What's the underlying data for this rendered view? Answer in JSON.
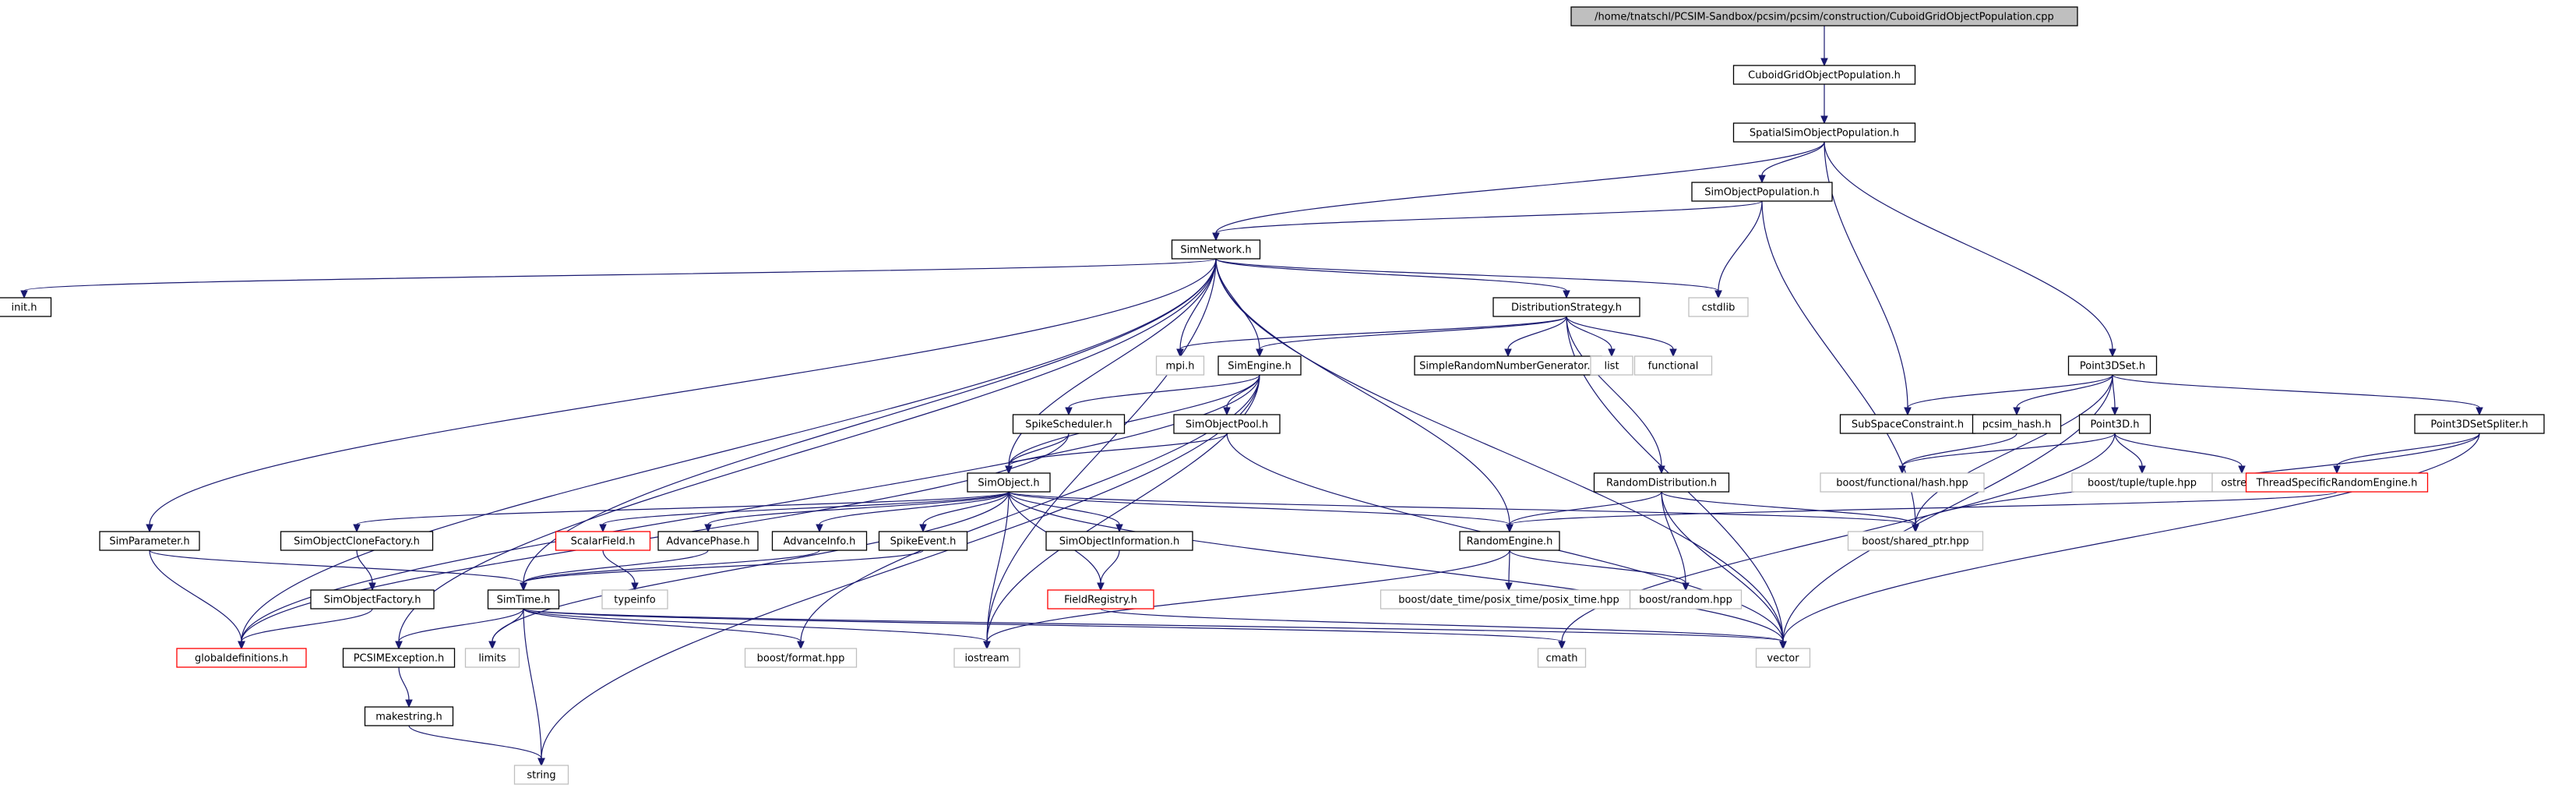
{
  "graph": {
    "root": "n0",
    "colors": {
      "edge": "#191970",
      "node_border": "#000000",
      "node_border_missing": "#ff0000",
      "node_border_external": "#bfbfbf",
      "root_fill": "#bfbfbf",
      "node_fill": "#ffffff"
    },
    "nodes": [
      {
        "id": "n0",
        "label": "/home/tnatschl/PCSIM-Sandbox/pcsim/pcsim/construction/CuboidGridObjectPopulation.cpp",
        "kind": "root"
      },
      {
        "id": "n1",
        "label": "CuboidGridObjectPopulation.h",
        "kind": "doc"
      },
      {
        "id": "n2",
        "label": "SpatialSimObjectPopulation.h",
        "kind": "doc"
      },
      {
        "id": "n3",
        "label": "SimObjectPopulation.h",
        "kind": "doc"
      },
      {
        "id": "n4",
        "label": "SimNetwork.h",
        "kind": "doc"
      },
      {
        "id": "n5",
        "label": "init.h",
        "kind": "doc"
      },
      {
        "id": "n6",
        "label": "cstdlib",
        "kind": "external"
      },
      {
        "id": "n7",
        "label": "DistributionStrategy.h",
        "kind": "doc"
      },
      {
        "id": "n8",
        "label": "mpi.h",
        "kind": "external"
      },
      {
        "id": "n9",
        "label": "SimEngine.h",
        "kind": "doc"
      },
      {
        "id": "n10",
        "label": "SimpleRandomNumberGenerator.h",
        "kind": "doc"
      },
      {
        "id": "n11",
        "label": "list",
        "kind": "external"
      },
      {
        "id": "n12",
        "label": "functional",
        "kind": "external"
      },
      {
        "id": "n13",
        "label": "Point3DSet.h",
        "kind": "doc"
      },
      {
        "id": "n14",
        "label": "SubSpaceConstraint.h",
        "kind": "doc"
      },
      {
        "id": "n15",
        "label": "pcsim_hash.h",
        "kind": "doc"
      },
      {
        "id": "n16",
        "label": "Point3D.h",
        "kind": "doc"
      },
      {
        "id": "n17",
        "label": "Point3DSetSpliter.h",
        "kind": "doc"
      },
      {
        "id": "n18",
        "label": "SpikeScheduler.h",
        "kind": "doc"
      },
      {
        "id": "n19",
        "label": "SimObjectPool.h",
        "kind": "doc"
      },
      {
        "id": "n20",
        "label": "boost/functional/hash.hpp",
        "kind": "external"
      },
      {
        "id": "n21",
        "label": "boost/tuple/tuple.hpp",
        "kind": "external"
      },
      {
        "id": "n22",
        "label": "ostream",
        "kind": "external"
      },
      {
        "id": "n23",
        "label": "ThreadSpecificRandomEngine.h",
        "kind": "missing"
      },
      {
        "id": "n24",
        "label": "SimObject.h",
        "kind": "doc"
      },
      {
        "id": "n25",
        "label": "RandomDistribution.h",
        "kind": "doc"
      },
      {
        "id": "n26",
        "label": "SimParameter.h",
        "kind": "doc"
      },
      {
        "id": "n27",
        "label": "SimObjectCloneFactory.h",
        "kind": "doc"
      },
      {
        "id": "n28",
        "label": "ScalarField.h",
        "kind": "missing"
      },
      {
        "id": "n29",
        "label": "AdvancePhase.h",
        "kind": "doc"
      },
      {
        "id": "n30",
        "label": "AdvanceInfo.h",
        "kind": "doc"
      },
      {
        "id": "n31",
        "label": "SpikeEvent.h",
        "kind": "doc"
      },
      {
        "id": "n32",
        "label": "SimObjectInformation.h",
        "kind": "doc"
      },
      {
        "id": "n33",
        "label": "RandomEngine.h",
        "kind": "doc"
      },
      {
        "id": "n34",
        "label": "boost/shared_ptr.hpp",
        "kind": "external"
      },
      {
        "id": "n35",
        "label": "SimObjectFactory.h",
        "kind": "doc"
      },
      {
        "id": "n36",
        "label": "SimTime.h",
        "kind": "doc"
      },
      {
        "id": "n37",
        "label": "typeinfo",
        "kind": "external"
      },
      {
        "id": "n38",
        "label": "FieldRegistry.h",
        "kind": "missing"
      },
      {
        "id": "n39",
        "label": "boost/date_time/posix_time/posix_time.hpp",
        "kind": "external"
      },
      {
        "id": "n40",
        "label": "boost/random.hpp",
        "kind": "external"
      },
      {
        "id": "n41",
        "label": "globaldefinitions.h",
        "kind": "missing"
      },
      {
        "id": "n42",
        "label": "PCSIMException.h",
        "kind": "doc"
      },
      {
        "id": "n43",
        "label": "limits",
        "kind": "external"
      },
      {
        "id": "n44",
        "label": "boost/format.hpp",
        "kind": "external"
      },
      {
        "id": "n45",
        "label": "iostream",
        "kind": "external"
      },
      {
        "id": "n46",
        "label": "cmath",
        "kind": "external"
      },
      {
        "id": "n47",
        "label": "vector",
        "kind": "external"
      },
      {
        "id": "n48",
        "label": "makestring.h",
        "kind": "doc"
      },
      {
        "id": "n49",
        "label": "string",
        "kind": "external"
      }
    ],
    "edges": [
      [
        "n0",
        "n1"
      ],
      [
        "n1",
        "n2"
      ],
      [
        "n2",
        "n3"
      ],
      [
        "n2",
        "n4"
      ],
      [
        "n2",
        "n14"
      ],
      [
        "n2",
        "n13"
      ],
      [
        "n3",
        "n4"
      ],
      [
        "n3",
        "n6"
      ],
      [
        "n3",
        "n34"
      ],
      [
        "n4",
        "n5"
      ],
      [
        "n4",
        "n6"
      ],
      [
        "n4",
        "n7"
      ],
      [
        "n4",
        "n8"
      ],
      [
        "n4",
        "n9"
      ],
      [
        "n4",
        "n24"
      ],
      [
        "n4",
        "n26"
      ],
      [
        "n4",
        "n36"
      ],
      [
        "n4",
        "n42"
      ],
      [
        "n4",
        "n41"
      ],
      [
        "n4",
        "n45"
      ],
      [
        "n4",
        "n33"
      ],
      [
        "n4",
        "n47"
      ],
      [
        "n7",
        "n8"
      ],
      [
        "n7",
        "n9"
      ],
      [
        "n7",
        "n10"
      ],
      [
        "n7",
        "n11"
      ],
      [
        "n7",
        "n12"
      ],
      [
        "n7",
        "n25"
      ],
      [
        "n7",
        "n47"
      ],
      [
        "n9",
        "n18"
      ],
      [
        "n9",
        "n19"
      ],
      [
        "n9",
        "n24"
      ],
      [
        "n9",
        "n41"
      ],
      [
        "n9",
        "n45"
      ],
      [
        "n9",
        "n44"
      ],
      [
        "n9",
        "n49"
      ],
      [
        "n13",
        "n14"
      ],
      [
        "n13",
        "n15"
      ],
      [
        "n13",
        "n16"
      ],
      [
        "n13",
        "n17"
      ],
      [
        "n13",
        "n34"
      ],
      [
        "n13",
        "n47"
      ],
      [
        "n15",
        "n20"
      ],
      [
        "n16",
        "n20"
      ],
      [
        "n16",
        "n21"
      ],
      [
        "n16",
        "n22"
      ],
      [
        "n16",
        "n46"
      ],
      [
        "n17",
        "n23"
      ],
      [
        "n17",
        "n34"
      ],
      [
        "n17",
        "n47"
      ],
      [
        "n23",
        "n33"
      ],
      [
        "n18",
        "n24"
      ],
      [
        "n18",
        "n41"
      ],
      [
        "n19",
        "n24"
      ],
      [
        "n19",
        "n47"
      ],
      [
        "n24",
        "n27"
      ],
      [
        "n24",
        "n28"
      ],
      [
        "n24",
        "n29"
      ],
      [
        "n24",
        "n30"
      ],
      [
        "n24",
        "n31"
      ],
      [
        "n24",
        "n32"
      ],
      [
        "n24",
        "n38"
      ],
      [
        "n24",
        "n33"
      ],
      [
        "n24",
        "n34"
      ],
      [
        "n24",
        "n43"
      ],
      [
        "n24",
        "n45"
      ],
      [
        "n24",
        "n47"
      ],
      [
        "n25",
        "n33"
      ],
      [
        "n25",
        "n40"
      ],
      [
        "n25",
        "n34"
      ],
      [
        "n25",
        "n47"
      ],
      [
        "n26",
        "n36"
      ],
      [
        "n26",
        "n41"
      ],
      [
        "n27",
        "n35"
      ],
      [
        "n28",
        "n37"
      ],
      [
        "n29",
        "n36"
      ],
      [
        "n30",
        "n36"
      ],
      [
        "n31",
        "n36"
      ],
      [
        "n32",
        "n38"
      ],
      [
        "n38",
        "n47"
      ],
      [
        "n33",
        "n39"
      ],
      [
        "n33",
        "n40"
      ],
      [
        "n33",
        "n45"
      ],
      [
        "n35",
        "n41"
      ],
      [
        "n36",
        "n42"
      ],
      [
        "n36",
        "n43"
      ],
      [
        "n36",
        "n44"
      ],
      [
        "n36",
        "n45"
      ],
      [
        "n36",
        "n46"
      ],
      [
        "n36",
        "n47"
      ],
      [
        "n36",
        "n49"
      ],
      [
        "n42",
        "n48"
      ],
      [
        "n48",
        "n49"
      ]
    ]
  }
}
